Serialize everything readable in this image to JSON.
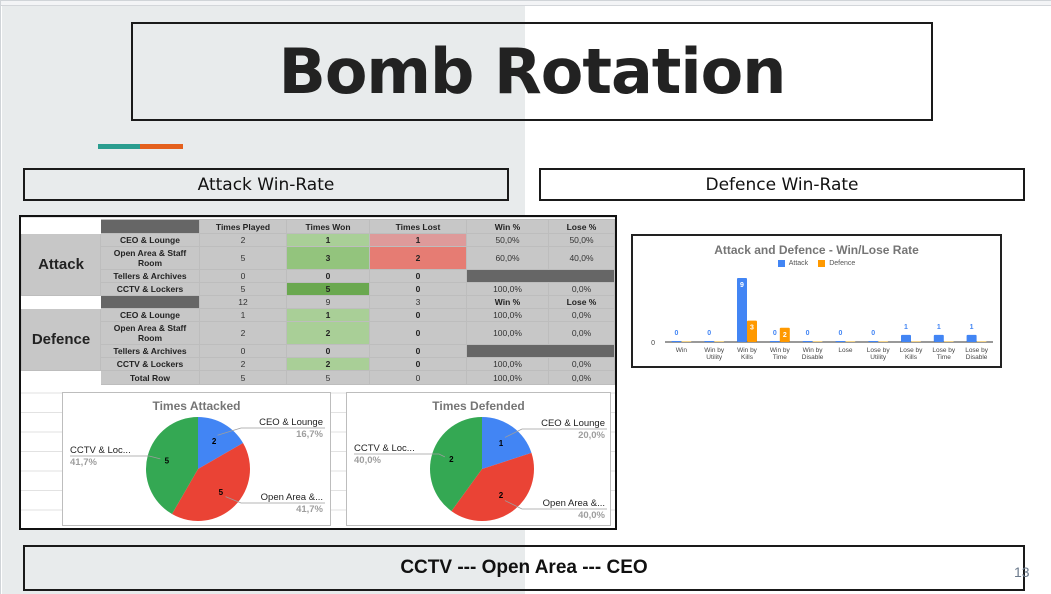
{
  "slide": {
    "title": "Bomb Rotation",
    "page_number": "13",
    "accent_colors": [
      "#2a9d8f",
      "#e4601d"
    ],
    "attack_header": "Attack Win-Rate",
    "defence_header": "Defence Win-Rate",
    "footer": "CCTV --- Open Area --- CEO"
  },
  "table": {
    "columns": [
      "Times Played",
      "Times Won",
      "Times Lost",
      "Win %",
      "Lose %"
    ],
    "attack": {
      "label": "Attack",
      "rows": [
        {
          "site": "CEO & Lounge",
          "played": "2",
          "won": "1",
          "lost": "1",
          "win_pct": "50,0%",
          "lose_pct": "50,0%"
        },
        {
          "site": "Open Area & Staff Room",
          "played": "5",
          "won": "3",
          "lost": "2",
          "win_pct": "60,0%",
          "lose_pct": "40,0%"
        },
        {
          "site": "Tellers & Archives",
          "played": "0",
          "won": "0",
          "lost": "0",
          "win_pct": "",
          "lose_pct": ""
        },
        {
          "site": "CCTV & Lockers",
          "played": "5",
          "won": "5",
          "lost": "0",
          "win_pct": "100,0%",
          "lose_pct": "0,0%"
        }
      ],
      "totals": {
        "played": "12",
        "won": "9",
        "lost": "3",
        "win_pct": "Win %",
        "lose_pct": "Lose %"
      }
    },
    "defence": {
      "label": "Defence",
      "rows": [
        {
          "site": "CEO & Lounge",
          "played": "1",
          "won": "1",
          "lost": "0",
          "win_pct": "100,0%",
          "lose_pct": "0,0%"
        },
        {
          "site": "Open Area & Staff Room",
          "played": "2",
          "won": "2",
          "lost": "0",
          "win_pct": "100,0%",
          "lose_pct": "0,0%"
        },
        {
          "site": "Tellers & Archives",
          "played": "0",
          "won": "0",
          "lost": "0",
          "win_pct": "",
          "lose_pct": ""
        },
        {
          "site": "CCTV & Lockers",
          "played": "2",
          "won": "2",
          "lost": "0",
          "win_pct": "100,0%",
          "lose_pct": "0,0%"
        }
      ],
      "total_row": {
        "label": "Total Row",
        "played": "5",
        "won": "5",
        "lost": "0",
        "win_pct": "100,0%",
        "lose_pct": "0,0%"
      }
    }
  },
  "chart_data": [
    {
      "type": "pie",
      "title": "Times Attacked",
      "slices": [
        {
          "label": "CEO & Lounge",
          "value": 2,
          "percent": "16,7%",
          "color": "#4285f4"
        },
        {
          "label": "Open Area &...",
          "value": 5,
          "percent": "41,7%",
          "color": "#ea4335"
        },
        {
          "label": "CCTV & Loc...",
          "value": 5,
          "percent": "41,7%",
          "color": "#34a853"
        }
      ]
    },
    {
      "type": "pie",
      "title": "Times Defended",
      "slices": [
        {
          "label": "CEO & Lounge",
          "value": 1,
          "percent": "20,0%",
          "color": "#4285f4"
        },
        {
          "label": "Open Area &...",
          "value": 2,
          "percent": "40,0%",
          "color": "#ea4335"
        },
        {
          "label": "CCTV & Loc...",
          "value": 2,
          "percent": "40,0%",
          "color": "#34a853"
        }
      ]
    },
    {
      "type": "bar",
      "title": "Attack and Defence - Win/Lose Rate",
      "categories": [
        "Win",
        "Win by Utility",
        "Win by Kills",
        "Win by Time",
        "Win by Disable",
        "Lose",
        "Lose by Utility",
        "Lose by Kills",
        "Lose by Time",
        "Lose by Disable"
      ],
      "series": [
        {
          "name": "Attack",
          "color": "#4285f4",
          "values": [
            0,
            0,
            9,
            0,
            0,
            0,
            0,
            1,
            1,
            1
          ]
        },
        {
          "name": "Defence",
          "color": "#ff9900",
          "values": [
            0,
            0,
            3,
            2,
            0,
            0,
            0,
            0,
            0,
            0
          ]
        }
      ],
      "y_tick_labels": [
        "0"
      ],
      "ylim": [
        0,
        9
      ],
      "legend": "top-center",
      "grid": false
    }
  ]
}
